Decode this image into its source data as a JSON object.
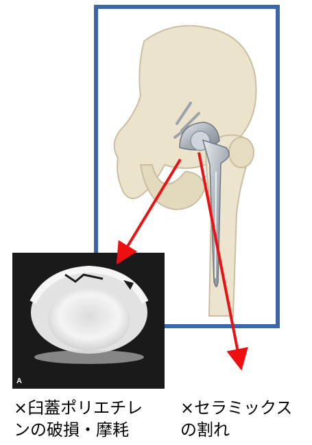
{
  "figure": {
    "inset_photo_label": "A",
    "colors": {
      "frame_border": "#3b67a8",
      "arrow": "#ee1010",
      "bone": "#ebe3cc",
      "bone_shadow": "#c9bea2",
      "metal": "#b8bec6",
      "photo_background": "#1a1a1a",
      "liner": "#eeeeee"
    }
  },
  "captions": {
    "left_line1": "×臼蓋ポリエチレ",
    "left_line2": "ンの破損・摩耗",
    "right_line1": "×セラミックス",
    "right_line2": "の割れ"
  }
}
